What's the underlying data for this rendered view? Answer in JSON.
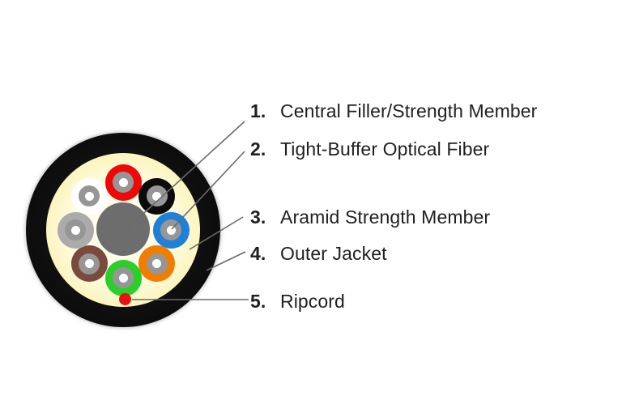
{
  "diagram": {
    "title": "fiber-optic cable cross-section",
    "legend": {
      "items": [
        {
          "number": "1.",
          "label": "Central Filler/Strength Member"
        },
        {
          "number": "2.",
          "label": "Tight-Buffer Optical Fiber"
        },
        {
          "number": "3.",
          "label": "Aramid Strength Member"
        },
        {
          "number": "4.",
          "label": "Outer Jacket"
        },
        {
          "number": "5.",
          "label": "Ripcord"
        }
      ]
    },
    "fibers": [
      {
        "name": "fiber-red",
        "color": "#ee0808",
        "angle_deg": 0
      },
      {
        "name": "fiber-black",
        "color": "#0b0b0b",
        "angle_deg": 45
      },
      {
        "name": "fiber-blue",
        "color": "#1f80da",
        "angle_deg": 90
      },
      {
        "name": "fiber-orange",
        "color": "#f07d00",
        "angle_deg": 135
      },
      {
        "name": "fiber-green",
        "color": "#2bce2b",
        "angle_deg": 180
      },
      {
        "name": "fiber-brown",
        "color": "#7a4a3e",
        "angle_deg": 225
      },
      {
        "name": "fiber-gray",
        "color": "#ababab",
        "angle_deg": 270
      },
      {
        "name": "fiber-white",
        "color": "#ffffff",
        "angle_deg": 315
      }
    ],
    "colors": {
      "background": "#ffffff",
      "outer_jacket": "#0b0b0b",
      "aramid_inner": "#fffef2",
      "aramid_outer": "#e9da62",
      "central_filler": "#6d6d6d",
      "fiber_buffer_ring": "#969696",
      "fiber_core": "#ffffff",
      "ripcord": "#e81010",
      "leader_line": "#6a6a6a",
      "text": "#202020"
    }
  }
}
